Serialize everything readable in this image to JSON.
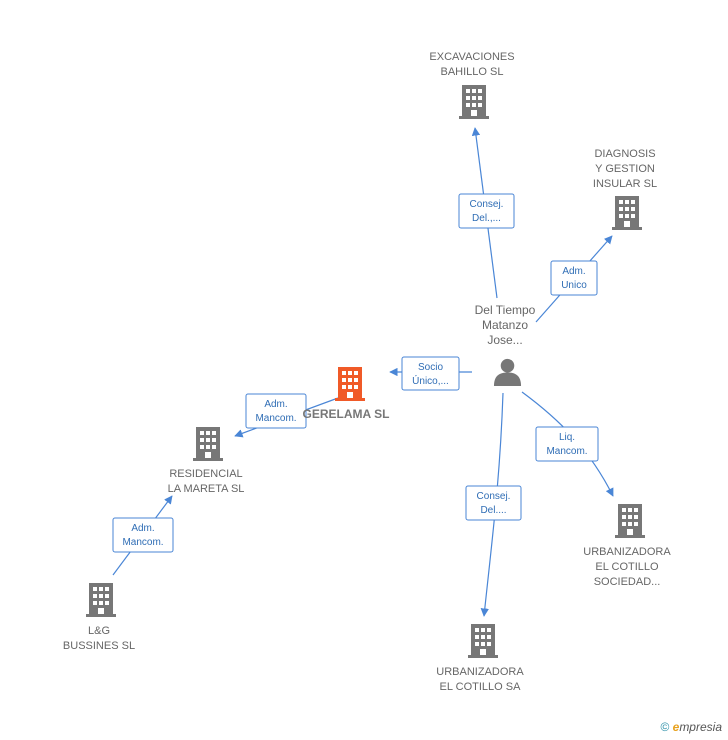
{
  "colors": {
    "company": "#777777",
    "focus_company": "#f05a28",
    "person": "#777777",
    "edge": "#4a86d6",
    "edge_text": "#2f6db5"
  },
  "nodes": {
    "excavaciones": {
      "lines": [
        "EXCAVACIONES",
        "BAHILLO SL"
      ],
      "icon": "building-icon"
    },
    "diagnosis": {
      "lines": [
        "DIAGNOSIS",
        "Y GESTION",
        "INSULAR SL"
      ],
      "icon": "building-icon"
    },
    "person": {
      "lines": [
        "Del Tiempo",
        "Matanzo",
        "Jose..."
      ],
      "icon": "person-icon"
    },
    "gerelama": {
      "lines": [
        "GERELAMA SL"
      ],
      "icon": "building-icon"
    },
    "residencial": {
      "lines": [
        "RESIDENCIAL",
        "LA MARETA SL"
      ],
      "icon": "building-icon"
    },
    "lg": {
      "lines": [
        "L&G",
        "BUSSINES SL"
      ],
      "icon": "building-icon"
    },
    "urb_sociedad": {
      "lines": [
        "URBANIZADORA",
        "EL COTILLO",
        "SOCIEDAD..."
      ],
      "icon": "building-icon"
    },
    "urb_sa": {
      "lines": [
        "URBANIZADORA",
        "EL COTILLO SA"
      ],
      "icon": "building-icon"
    }
  },
  "edges": {
    "to_excavaciones": [
      "Consej.",
      "Del.,..."
    ],
    "to_diagnosis": [
      "Adm.",
      "Unico"
    ],
    "to_gerelama": [
      "Socio",
      "Único,..."
    ],
    "gerelama_residencial": [
      "Adm.",
      "Mancom."
    ],
    "lg_residencial": [
      "Adm.",
      "Mancom."
    ],
    "to_urb_sociedad": [
      "Liq.",
      "Mancom."
    ],
    "to_urb_sa": [
      "Consej.",
      "Del...."
    ]
  },
  "footer": {
    "copyright": "©",
    "brand_e": "e",
    "brand_rest": "mpresia"
  }
}
